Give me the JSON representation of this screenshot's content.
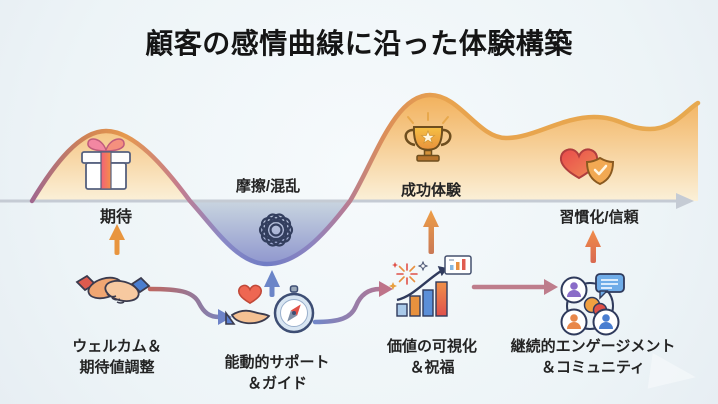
{
  "title": "顧客の感情曲線に沿った体験構築",
  "stage_labels": {
    "expectation": "期待",
    "friction": "摩擦/混乱",
    "success": "成功体験",
    "habituation": "習慣化/信頼"
  },
  "actions": [
    {
      "line1": "ウェルカム＆",
      "line2": "期待値調整",
      "icon": "handshake-icon"
    },
    {
      "line1": "能動的サポート",
      "line2": "＆ガイド",
      "icon": "heart-in-hand-and-compass-icon"
    },
    {
      "line1": "価値の可視化",
      "line2": "＆祝福",
      "icon": "fireworks-and-growth-chart-icon"
    },
    {
      "line1": "継続的エンゲージメント",
      "line2": "＆コミュニティ",
      "icon": "community-icon"
    }
  ],
  "curve_icons": [
    "gift-icon",
    "tangled-knot-icon",
    "trophy-icon",
    "heart-shield-icon"
  ],
  "colors": {
    "background": "#EDF4F7",
    "curve_stroke_orange": "#E69B4D",
    "curve_stroke_mauve": "#A0678E",
    "curve_stroke_blue": "#707CC4",
    "hump_fill_top": "#F2B15C",
    "hump_fill_bottom": "#FBF0D8",
    "dip_fill_top": "#C9D5E0",
    "dip_fill_bottom": "#8F97CE",
    "baseline_gray": "#C5CBD4",
    "arrow_orange": "#E8953F",
    "arrow_blue": "#6B85C8",
    "arrow_red_orange": "#E2734E",
    "arrow_mauve": "#BE7D8C",
    "title_text": "#151515",
    "label_text": "#242424"
  }
}
